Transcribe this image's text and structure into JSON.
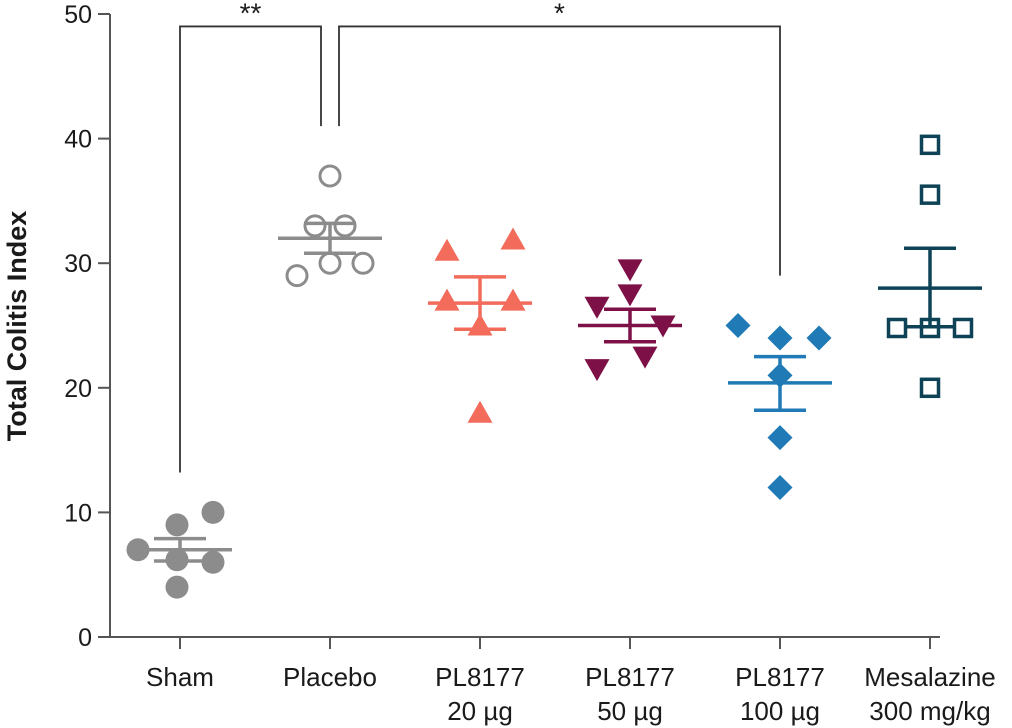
{
  "chart_data": {
    "type": "scatter",
    "title": "",
    "xlabel": "",
    "ylabel": "Total Colitis Index",
    "ylim": [
      0,
      50
    ],
    "yticks": [
      0,
      10,
      20,
      30,
      40,
      50
    ],
    "grid": false,
    "groups": [
      {
        "label_lines": [
          "Sham"
        ],
        "marker": "filled-circle",
        "color": "#8c8c8c",
        "points": [
          {
            "o": -0.28,
            "v": 7.0
          },
          {
            "o": -0.02,
            "v": 9.0
          },
          {
            "o": 0.22,
            "v": 10.0
          },
          {
            "o": -0.02,
            "v": 6.2
          },
          {
            "o": 0.22,
            "v": 6.0
          },
          {
            "o": -0.02,
            "v": 4.0
          }
        ],
        "mean": 7.0,
        "sem_low": 6.1,
        "sem_high": 7.9
      },
      {
        "label_lines": [
          "Placebo"
        ],
        "marker": "open-circle",
        "color": "#8c8c8c",
        "points": [
          {
            "o": 0.0,
            "v": 37.0
          },
          {
            "o": -0.1,
            "v": 33.0
          },
          {
            "o": 0.1,
            "v": 33.0
          },
          {
            "o": -0.22,
            "v": 29.0
          },
          {
            "o": 0.0,
            "v": 30.0
          },
          {
            "o": 0.22,
            "v": 30.0
          }
        ],
        "mean": 32.0,
        "sem_low": 30.8,
        "sem_high": 33.2
      },
      {
        "label_lines": [
          "PL8177",
          "20 µg"
        ],
        "marker": "triangle-up",
        "color": "#f26b5b",
        "points": [
          {
            "o": -0.22,
            "v": 31.0
          },
          {
            "o": 0.22,
            "v": 31.9
          },
          {
            "o": -0.22,
            "v": 27.0
          },
          {
            "o": 0.22,
            "v": 27.0
          },
          {
            "o": 0.0,
            "v": 25.0
          },
          {
            "o": 0.0,
            "v": 18.0
          }
        ],
        "mean": 26.8,
        "sem_low": 24.7,
        "sem_high": 28.9
      },
      {
        "label_lines": [
          "PL8177",
          "50 µg"
        ],
        "marker": "triangle-down",
        "color": "#7d1147",
        "points": [
          {
            "o": 0.0,
            "v": 29.5
          },
          {
            "o": 0.0,
            "v": 27.5
          },
          {
            "o": -0.22,
            "v": 26.5
          },
          {
            "o": 0.22,
            "v": 25.0
          },
          {
            "o": 0.1,
            "v": 22.5
          },
          {
            "o": -0.22,
            "v": 21.5
          }
        ],
        "mean": 25.0,
        "sem_low": 23.7,
        "sem_high": 26.3
      },
      {
        "label_lines": [
          "PL8177",
          "100 µg"
        ],
        "marker": "diamond",
        "color": "#1f7ab5",
        "points": [
          {
            "o": -0.28,
            "v": 25.0
          },
          {
            "o": 0.0,
            "v": 24.0
          },
          {
            "o": 0.26,
            "v": 24.0
          },
          {
            "o": 0.0,
            "v": 21.0
          },
          {
            "o": 0.0,
            "v": 16.0
          },
          {
            "o": 0.0,
            "v": 12.0
          }
        ],
        "mean": 20.4,
        "sem_low": 18.2,
        "sem_high": 22.5
      },
      {
        "label_lines": [
          "Mesalazine",
          "300 mg/kg"
        ],
        "marker": "open-square",
        "color": "#0e4357",
        "points": [
          {
            "o": 0.0,
            "v": 39.5
          },
          {
            "o": 0.0,
            "v": 35.5
          },
          {
            "o": -0.22,
            "v": 24.8
          },
          {
            "o": 0.0,
            "v": 24.8
          },
          {
            "o": 0.22,
            "v": 24.8
          },
          {
            "o": 0.0,
            "v": 20.0
          }
        ],
        "mean": 28.0,
        "sem_low": 24.9,
        "sem_high": 31.2
      }
    ],
    "annotations": [
      {
        "text": "**",
        "from_group": 0,
        "to_group": 1,
        "bracket_y": 49.0,
        "from_end": 13.2,
        "to_end": 41.0
      },
      {
        "text": "*",
        "from_group": 1,
        "to_group": 4,
        "bracket_y": 49.0,
        "from_end": 41.0,
        "to_end": 29.0
      }
    ]
  }
}
